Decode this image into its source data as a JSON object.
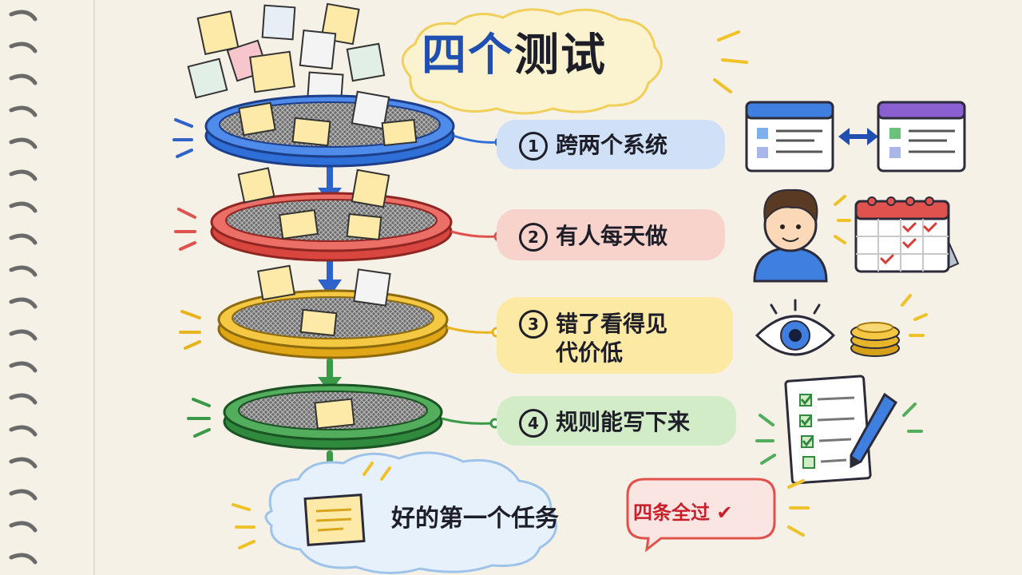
{
  "title": {
    "first": "四个",
    "second": "测试"
  },
  "steps": [
    {
      "num": "1",
      "text": "跨两个系统",
      "color": "#2f6fd8",
      "tag_bg": "#cfe0f7"
    },
    {
      "num": "2",
      "text": "有人每天做",
      "color": "#e0524e",
      "tag_bg": "#f8d3cc"
    },
    {
      "num": "3",
      "text": "错了看得见",
      "text2": "代价低",
      "color": "#e8b41e",
      "tag_bg": "#fbe9a4"
    },
    {
      "num": "4",
      "text": "规则能写下来",
      "color": "#3a9a48",
      "tag_bg": "#d3ecc8"
    }
  ],
  "outcome": {
    "text": "好的第一个任务"
  },
  "badge": {
    "text": "四条全过",
    "check": "✔"
  },
  "colors": {
    "background": "#f6f1e6",
    "ink": "#1e1e28",
    "badge_red": "#c8202a"
  },
  "icons": [
    "window-icon",
    "double-arrow-icon",
    "person-icon",
    "calendar-icon",
    "eye-icon",
    "coin-stack-icon",
    "checklist-icon",
    "pen-icon",
    "document-icon"
  ]
}
